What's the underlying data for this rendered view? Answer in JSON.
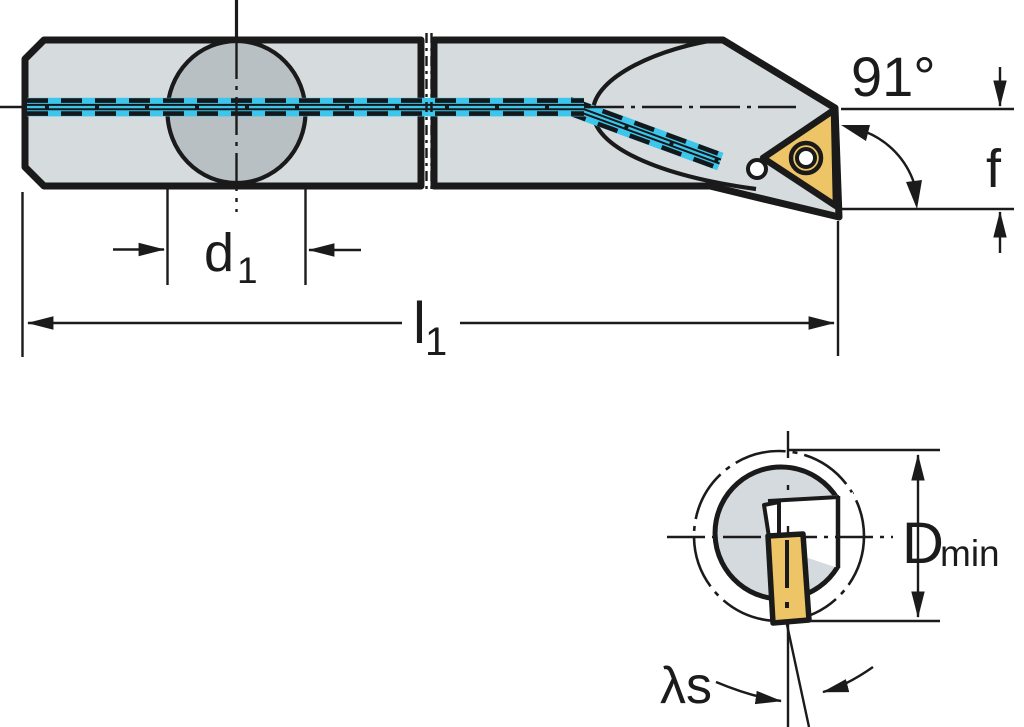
{
  "drawing": {
    "kind": "boring-bar-with-triangular-insert-technical-drawing",
    "views": {
      "side_view": "bar with clamping circle, break lines, angled head, triangular insert, internal coolant channel",
      "end_view": "front view in minimum bore with insert edge-on"
    },
    "labels": {
      "lead_angle": "91°",
      "f_dim": "f",
      "d1_base": "d",
      "d1_sub": "1",
      "l1_base": "l",
      "l1_sub": "1",
      "dmin_base": "D",
      "dmin_sub": "min",
      "lambda_s": "λs"
    },
    "colors": {
      "outline": "#1a1a1a",
      "dimension": "#1b1b1b",
      "body_fill": "#d6dbde",
      "clamp_circle_fill": "#b9c0c3",
      "end_body_fill": "#d4dadd",
      "insert_fill": "#eec566",
      "coolant": "#3cc6ec",
      "background": "#ffffff"
    }
  }
}
